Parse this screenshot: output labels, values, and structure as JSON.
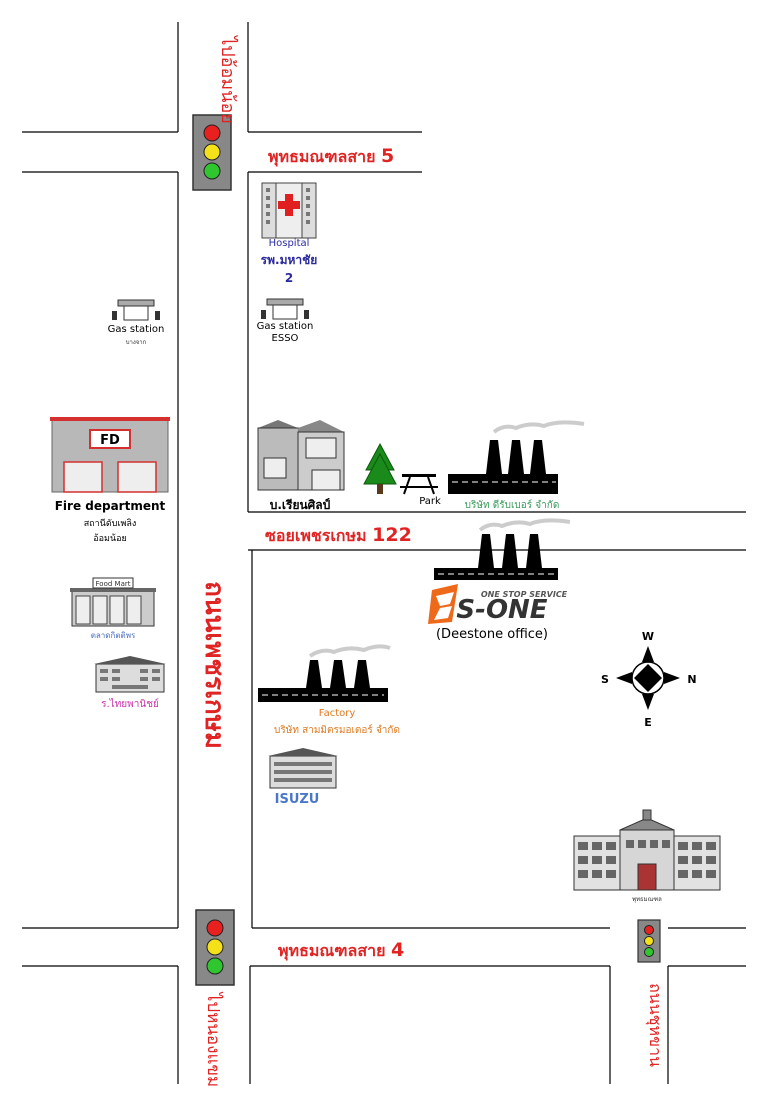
{
  "roads": {
    "main_road": "ถนนเพชรเกษม",
    "north_dir": "ไปอ้อมน้อย",
    "south_dir": "ไปหนองแขม",
    "putthamonthon5": "พุทธมณฑลสาย",
    "putthamonthon5_num": "5",
    "putthamonthon4": "พุทธมณฑลสาย",
    "putthamonthon4_num": "4",
    "soi": "ซอยเพชรเกษม",
    "soi_num": "122",
    "side_road": "ถนนชุหขาน"
  },
  "places": {
    "hospital_label": "Hospital",
    "hospital_name": "รพ.มหาชัย",
    "hospital_num": "2",
    "gas_left_label": "Gas station",
    "gas_left_sub": "บางจาก",
    "gas_right_label": "Gas station",
    "gas_right_sub": "ESSO",
    "fd_sign": "FD",
    "fire_label": "Fire department",
    "fire_sub1": "สถานีดับเพลิง",
    "fire_sub2": "อ้อมน้อย",
    "foodmart_sign": "Food Mart",
    "foodmart_label": "ตลาดกิตติพร",
    "school_label": "ร.ไทยพานิชย์",
    "house_label": "บ.เรียนศิลป์",
    "park_label": "Park",
    "deestone_factory_label": "บริษัท ดีรับเบอร์ จำกัด",
    "sone_tagline": "ONE STOP SERVICE",
    "sone_logo": "S-ONE",
    "deestone_office": "(Deestone office)",
    "factory_label": "Factory",
    "factory_sub": "บริษัท สามมิตรมอเตอร์ จำกัด",
    "isuzu_label": "ISUZU",
    "bigbuilding_label": "พุทธมณฑล"
  },
  "compass": {
    "w": "W",
    "s": "S",
    "n": "N",
    "e": "E"
  },
  "colors": {
    "road_label": "#e02424",
    "hospital": "#2a2aa0",
    "deestone": "#3a9a5a",
    "factory": "#e07a20",
    "isuzu": "#4a78c8",
    "school": "#cc33aa",
    "foodmart": "#4a6ec0"
  }
}
